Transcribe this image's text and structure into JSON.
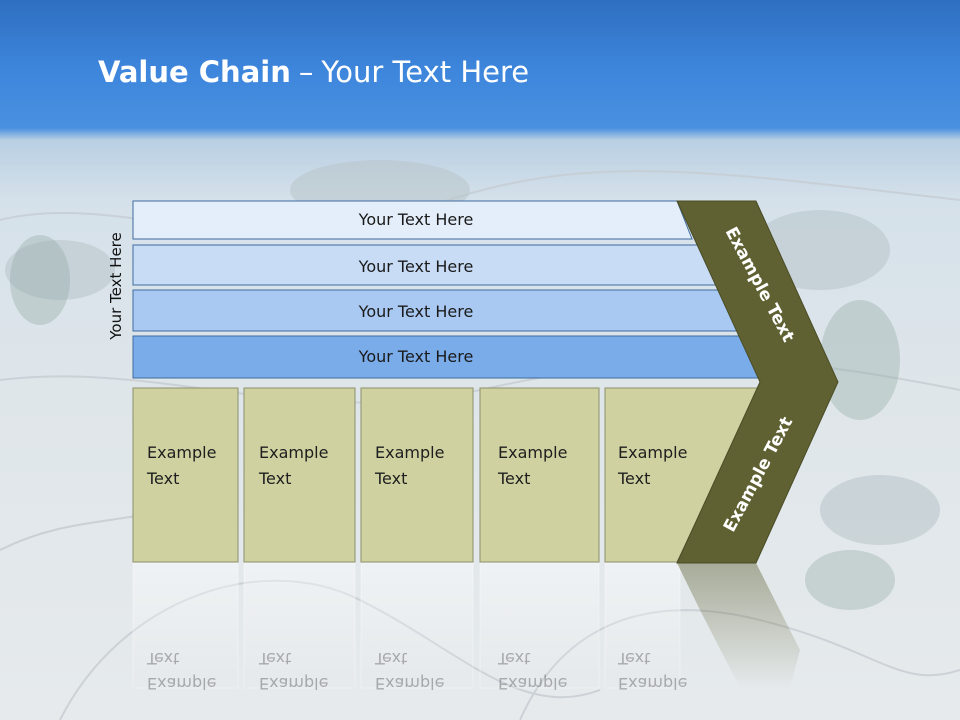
{
  "title": {
    "bold": "Value Chain",
    "separator": "–",
    "rest": "Your Text Here"
  },
  "side_label": "Your Text Here",
  "bars": [
    {
      "label": "Your Text Here"
    },
    {
      "label": "Your Text Here"
    },
    {
      "label": "Your Text Here"
    },
    {
      "label": "Your Text Here"
    }
  ],
  "boxes": [
    {
      "line1": "Example",
      "line2": "Text"
    },
    {
      "line1": "Example",
      "line2": "Text"
    },
    {
      "line1": "Example",
      "line2": "Text"
    },
    {
      "line1": "Example",
      "line2": "Text"
    },
    {
      "line1": "Example",
      "line2": "Text"
    }
  ],
  "chevron": {
    "upper": "Example Text",
    "lower": "Example Text"
  },
  "colors": {
    "bar_fills": [
      "#e3eefa",
      "#c8dcf6",
      "#a9c9f2",
      "#7aacea"
    ],
    "bar_stroke": "#3f6c9e",
    "box_fill": "#cfd1a1",
    "box_stroke": "#8d8f6a",
    "chevron_fill": "#5f6132"
  }
}
